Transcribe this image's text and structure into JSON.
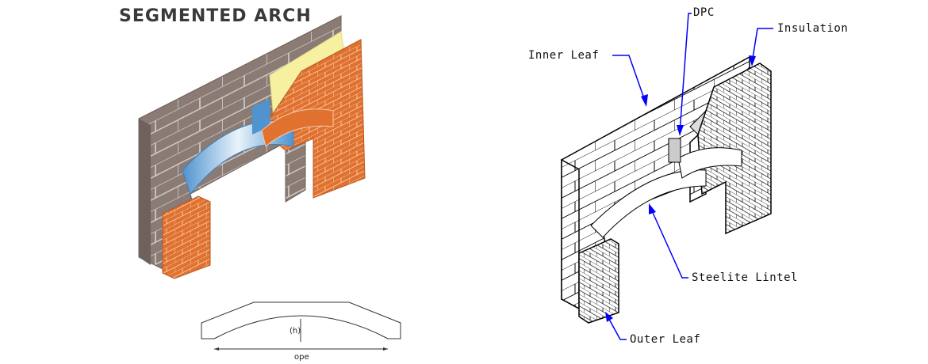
{
  "left": {
    "title": "SEGMENTED ARCH",
    "profile": {
      "height_label": "(h)",
      "opening_label": "ope"
    }
  },
  "right": {
    "labels": {
      "dpc": "DPC",
      "insulation": "Insulation",
      "inner_leaf": "Inner Leaf",
      "steelite_lintel": "Steelite Lintel",
      "outer_leaf": "Outer Leaf"
    },
    "leader_color": "#0000ff"
  },
  "colors": {
    "block": "#8a7b75",
    "brick": "#e0712f",
    "insulation": "#f7f0a0",
    "lintel": "#7fb6e0"
  }
}
